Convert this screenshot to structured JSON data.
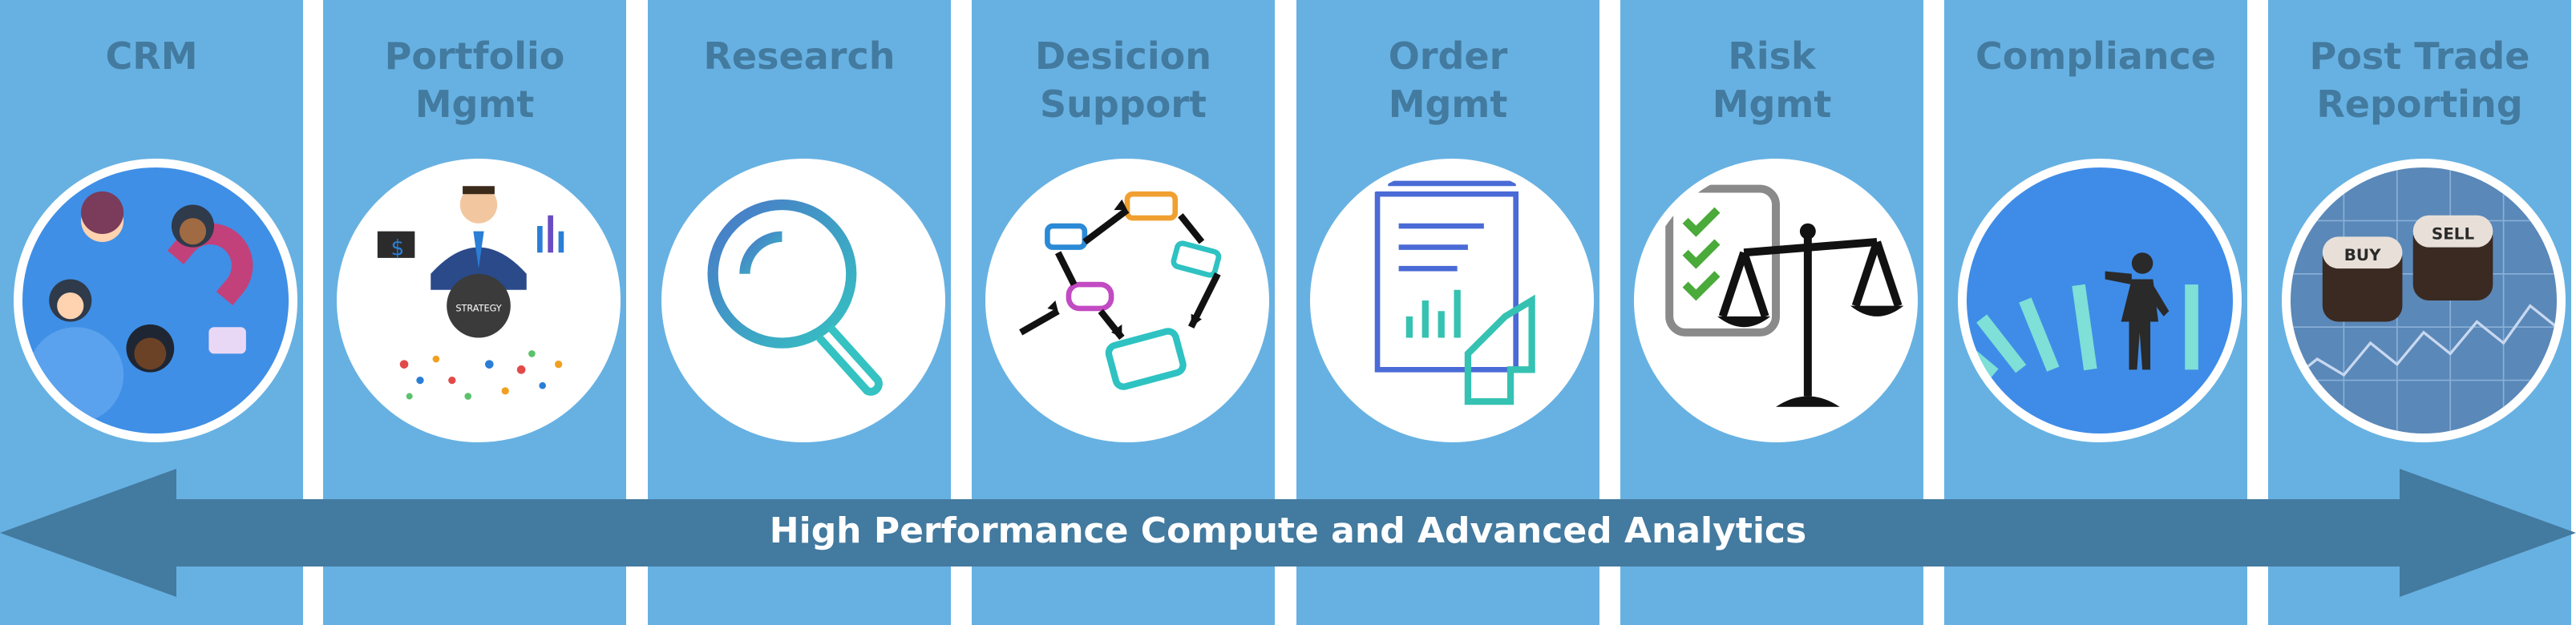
{
  "columns": [
    {
      "id": "crm",
      "title": "CRM",
      "icon": "crm-magnet-people-icon"
    },
    {
      "id": "portfolio",
      "title": "Portfolio\nMgmt",
      "icon": "strategy-businessman-icon"
    },
    {
      "id": "research",
      "title": "Research",
      "icon": "magnifying-glass-icon"
    },
    {
      "id": "decision",
      "title": "Desicion\nSupport",
      "icon": "flowchart-icon"
    },
    {
      "id": "order",
      "title": "Order\nMgmt",
      "icon": "document-hand-icon"
    },
    {
      "id": "risk",
      "title": "Risk\nMgmt",
      "icon": "scales-checklist-icon"
    },
    {
      "id": "compliance",
      "title": "Compliance",
      "icon": "domino-person-icon"
    },
    {
      "id": "posttrade",
      "title": "Post Trade\nReporting",
      "icon": "buy-sell-dice-icon"
    }
  ],
  "banner": {
    "label": "High Performance Compute and Advanced Analytics"
  },
  "colors": {
    "column_bg": "#67b1e2",
    "title_text": "#437a9f",
    "arrow": "#437a9f",
    "arrow_text": "#ffffff"
  }
}
